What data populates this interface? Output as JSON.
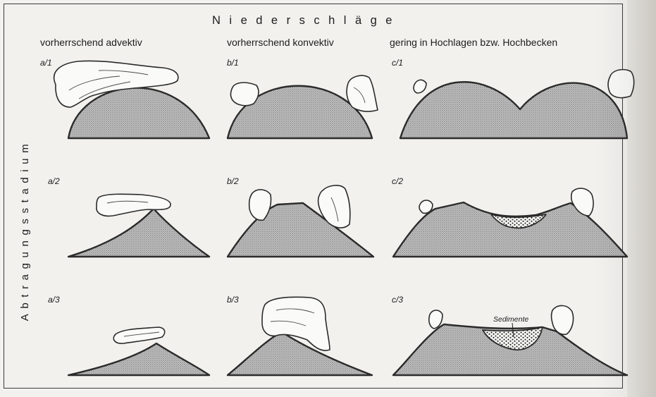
{
  "title": "Niederschläge",
  "side_label": "Abtragungsstadium",
  "columns": [
    "vorherrschend advektiv",
    "vorherrschend konvektiv",
    "gering in Hochlagen bzw. Hochbecken"
  ],
  "panels": {
    "a1": "a/1",
    "a2": "a/2",
    "a3": "a/3",
    "b1": "b/1",
    "b2": "b/2",
    "b3": "b/3",
    "c1": "c/1",
    "c2": "c/2",
    "c3": "c/3"
  },
  "sediment_label": "Sedimente",
  "colors": {
    "mountain_fill": "#b3b3b3",
    "outline": "#2b2b2b",
    "sediment_fill": "#f4f4f4",
    "cloud_fill": "#fafaf8"
  }
}
